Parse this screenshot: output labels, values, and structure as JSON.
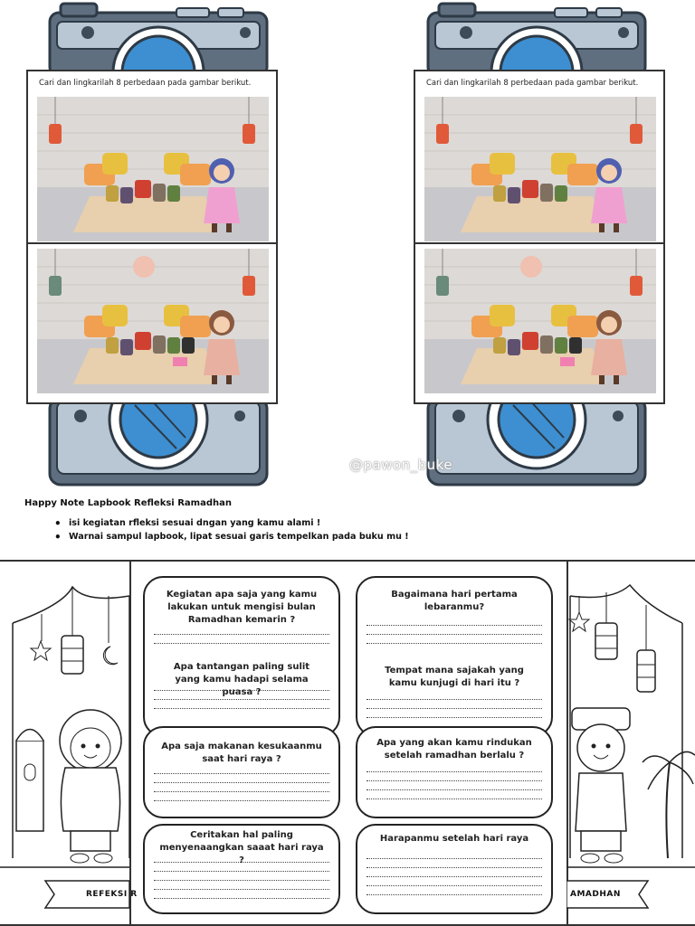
{
  "puzzle": {
    "instruction": "Cari dan lingkarilah 8 perbedaan pada gambar berikut."
  },
  "watermark": "@pawon_buke",
  "intro": {
    "title": "Happy Note Lapbook Refleksi Ramadhan",
    "bullets": [
      "isi kegiatan rfleksi sesuai dngan yang kamu alami !",
      "Warnai sampul lapbook, lipat sesuai garis tempelkan pada buku mu !"
    ]
  },
  "questions": {
    "q1": "Kegiatan apa saja yang kamu lakukan untuk mengisi bulan Ramadhan kemarin ?",
    "q2": "Apa tantangan paling sulit yang kamu hadapi selama puasa ?",
    "q3": "Bagaimana hari pertama lebaranmu?",
    "q4": "Tempat mana sajakah yang kamu kunjugi di hari itu ?",
    "q5": "Apa saja makanan kesukaanmu saat hari raya ?",
    "q6": "Apa yang akan kamu rindukan setelah ramadhan berlalu ?",
    "q7": "Ceritakan hal paling menyenaangkan saaat hari raya ?",
    "q8": "Harapanmu setelah hari raya"
  },
  "banners": {
    "left": "REFEKSI R",
    "right": "AMADHAN"
  },
  "colors": {
    "camera_body": "#5f6f80",
    "camera_light": "#b9c7d4",
    "lens_blue": "#3d8fd1",
    "wall": "#ddd9d6",
    "floor": "#c8c8cc",
    "rug": "#e8cfae"
  }
}
